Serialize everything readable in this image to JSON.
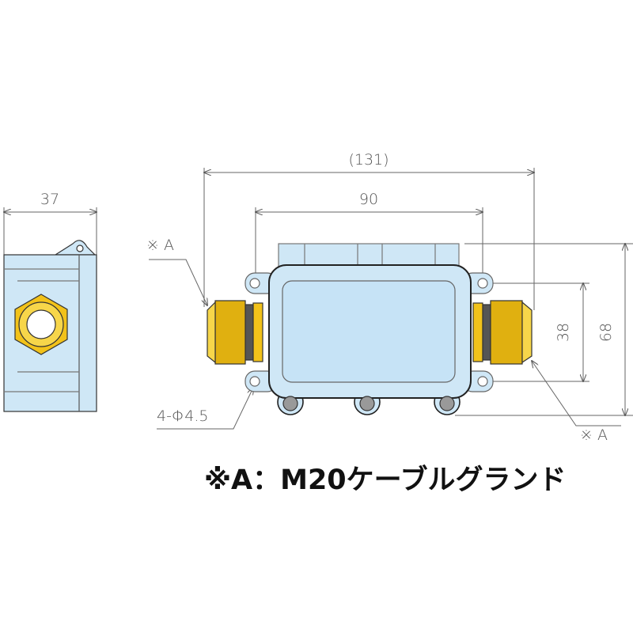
{
  "dimensions": {
    "depth": "37",
    "overall_width": "(131)",
    "mount_pitch_width": "90",
    "mount_pitch_height": "38",
    "height": "68"
  },
  "labels": {
    "gland_left": "※ A",
    "gland_right": "※ A",
    "mount_holes": "4-Φ4.5"
  },
  "caption": "※A：M20ケーブルグランド",
  "colors": {
    "body": "#cfe7f6",
    "gland": "#f2c21a",
    "line": "#555555"
  }
}
